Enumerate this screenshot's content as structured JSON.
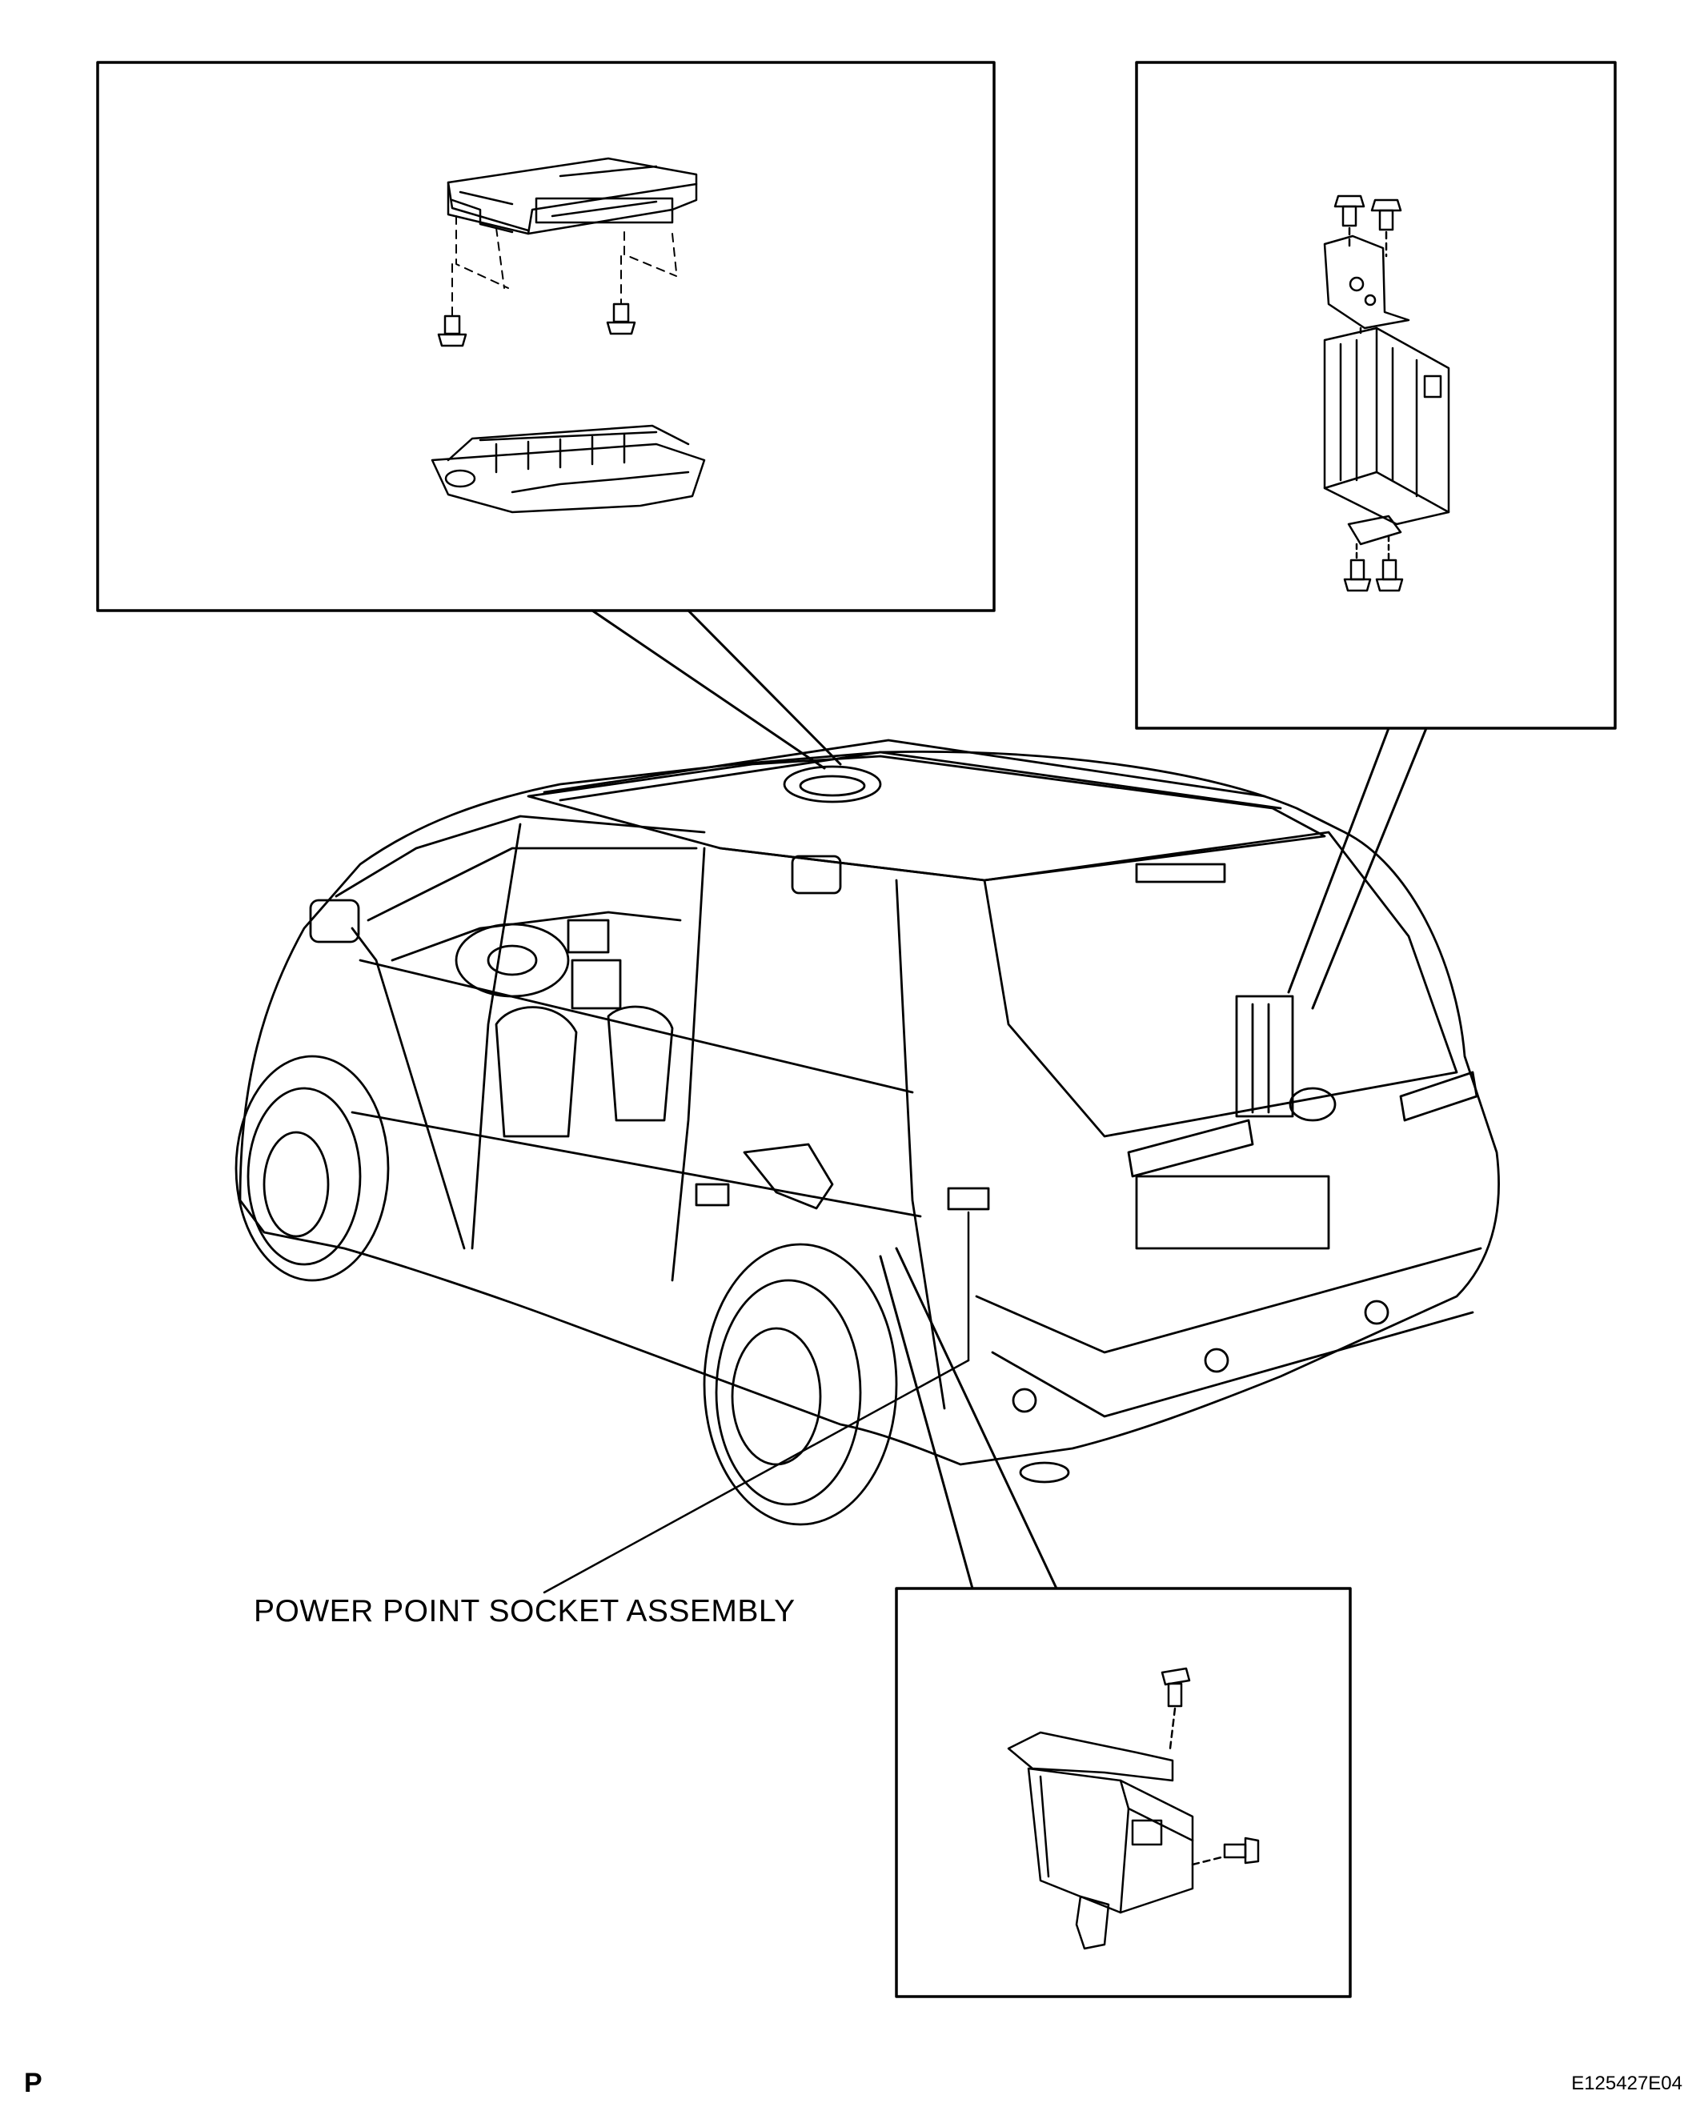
{
  "labels": {
    "power_point_socket": "POWER POINT SOCKET ASSEMBLY",
    "section_code": "P",
    "figure_id": "E125427E04"
  },
  "colors": {
    "line": "#000000",
    "fill": "#ffffff",
    "shade": "#e6e6e6"
  }
}
